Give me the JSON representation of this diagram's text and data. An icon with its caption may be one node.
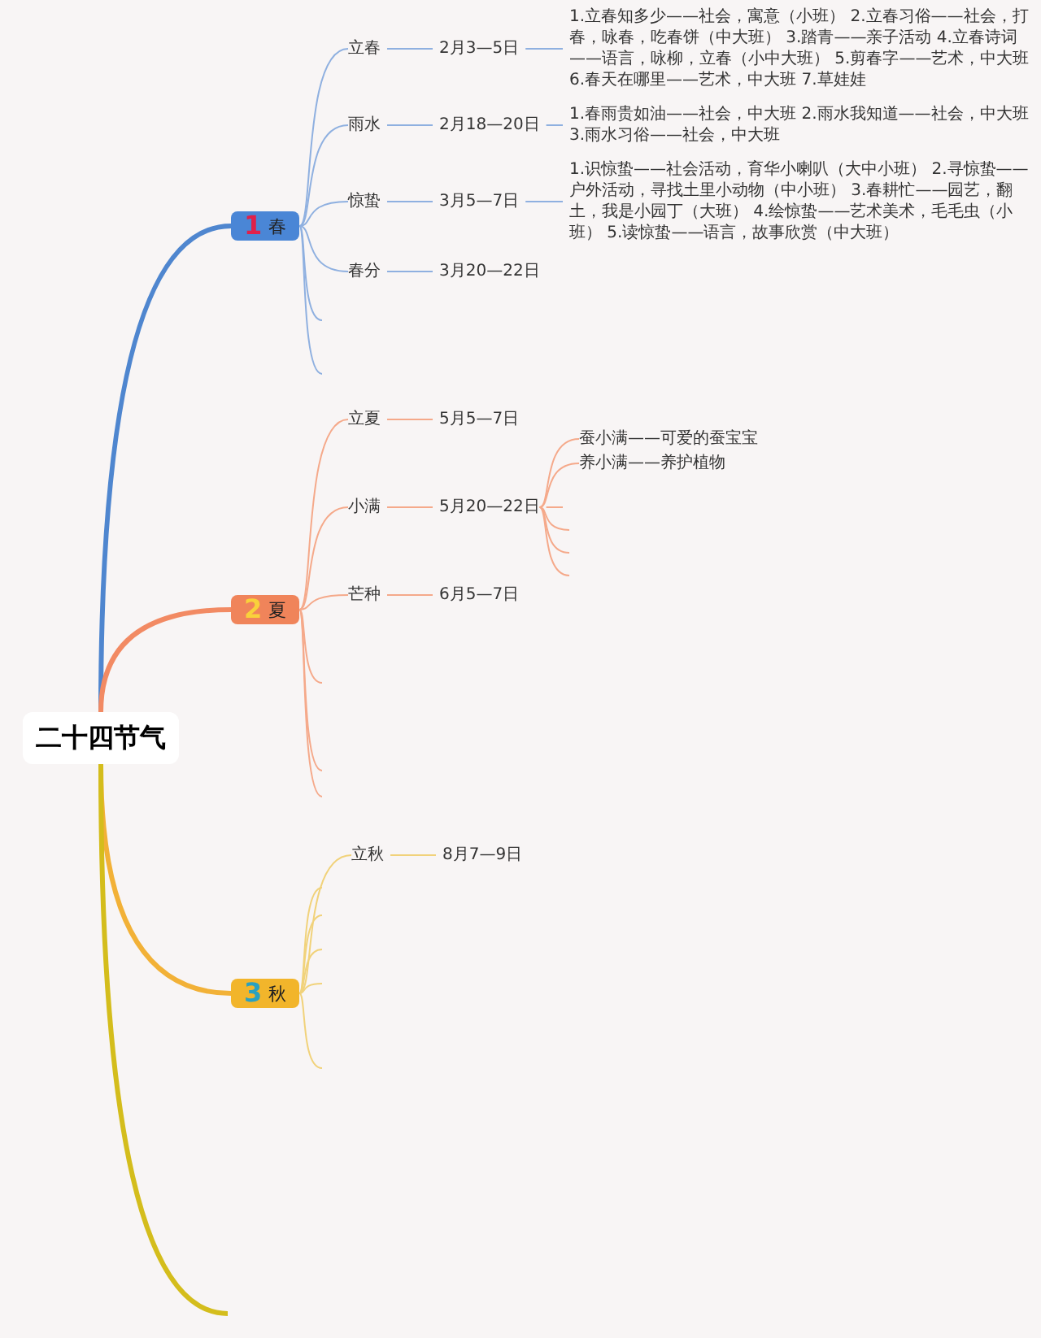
{
  "diagram": {
    "nodes": [
      {
        "text": [
          "二十四节气"
        ]
      },
      {
        "text": [
          "1",
          "春"
        ]
      },
      {
        "text": [
          "立春"
        ]
      },
      {
        "text": [
          "2月3—5日"
        ]
      },
      {
        "text": [
          "1.立春知多少——社会，寓意（小班） 2.立春习俗——社会，打春，咏春，吃春饼（中大班） 3.踏青——亲子活动 4.立春诗词——语言，咏柳，立春（小中大班） 5.剪春字——艺术，中大班 6.春天在哪里——艺术，中大班 7.草娃娃"
        ]
      },
      {
        "text": [
          "雨水"
        ]
      },
      {
        "text": [
          "2月18—20日"
        ]
      },
      {
        "text": [
          "1.春雨贵如油——社会，中大班 2.雨水我知道——社会，中大班 3.雨水习俗——社会，中大班"
        ]
      },
      {
        "text": [
          "惊蛰"
        ]
      },
      {
        "text": [
          "3月5—7日"
        ]
      },
      {
        "text": [
          "1.识惊蛰——社会活动，育华小喇叭（大中小班） 2.寻惊蛰——户外活动，寻找土里小动物（中小班） 3.春耕忙——园艺，翻土，我是小园丁（大班） 4.绘惊蛰——艺术美术，毛毛虫（小班） 5.读惊蛰——语言，故事欣赏（中大班）"
        ]
      },
      {
        "text": [
          "春分"
        ]
      },
      {
        "text": [
          "3月20—22日"
        ]
      },
      {
        "text": [
          "2",
          "夏"
        ]
      },
      {
        "text": [
          "立夏"
        ]
      },
      {
        "text": [
          "5月5—7日"
        ]
      },
      {
        "text": [
          "小满"
        ]
      },
      {
        "text": [
          "5月20—22日"
        ]
      },
      {
        "text": [
          "蚕小满——可爱的蚕宝宝"
        ]
      },
      {
        "text": [
          "养小满——养护植物"
        ]
      },
      {
        "text": [
          "芒种"
        ]
      },
      {
        "text": [
          "6月5—7日"
        ]
      },
      {
        "text": [
          "3",
          "秋"
        ]
      },
      {
        "text": [
          "立秋"
        ]
      },
      {
        "text": [
          "8月7—9日"
        ]
      }
    ],
    "edges": [
      {
        "from": 0,
        "to": 1,
        "arrow": "none",
        "style": "thick",
        "color": "#4f86cf"
      },
      {
        "from": 0,
        "to": 13,
        "arrow": "none",
        "style": "thick",
        "color": "#f28a63"
      },
      {
        "from": 0,
        "to": 22,
        "arrow": "none",
        "style": "thick",
        "color": "#f2b137"
      },
      {
        "from": 0,
        "to": null,
        "arrow": "none",
        "style": "thick",
        "color": "#d4bd1c"
      },
      {
        "from": 1,
        "to": 2,
        "arrow": "none",
        "color": "#8fb0e0"
      },
      {
        "from": 1,
        "to": 5,
        "arrow": "none",
        "color": "#8fb0e0"
      },
      {
        "from": 1,
        "to": 8,
        "arrow": "none",
        "color": "#8fb0e0"
      },
      {
        "from": 1,
        "to": 11,
        "arrow": "none",
        "color": "#8fb0e0"
      },
      {
        "from": 1,
        "to": null,
        "arrow": "none",
        "color": "#8fb0e0"
      },
      {
        "from": 1,
        "to": null,
        "arrow": "none",
        "color": "#8fb0e0"
      },
      {
        "from": 2,
        "to": 3,
        "arrow": "none",
        "color": "#8fb0e0"
      },
      {
        "from": 3,
        "to": 4,
        "arrow": "none",
        "color": "#8fb0e0"
      },
      {
        "from": 5,
        "to": 6,
        "arrow": "none",
        "color": "#8fb0e0"
      },
      {
        "from": 6,
        "to": 7,
        "arrow": "none",
        "color": "#8fb0e0"
      },
      {
        "from": 8,
        "to": 9,
        "arrow": "none",
        "color": "#8fb0e0"
      },
      {
        "from": 9,
        "to": 10,
        "arrow": "none",
        "color": "#8fb0e0"
      },
      {
        "from": 11,
        "to": 12,
        "arrow": "none",
        "color": "#8fb0e0"
      },
      {
        "from": 13,
        "to": 14,
        "arrow": "none",
        "color": "#f5a98a"
      },
      {
        "from": 13,
        "to": 16,
        "arrow": "none",
        "color": "#f5a98a"
      },
      {
        "from": 13,
        "to": 20,
        "arrow": "none",
        "color": "#f5a98a"
      },
      {
        "from": 13,
        "to": null,
        "arrow": "none",
        "color": "#f5a98a"
      },
      {
        "from": 13,
        "to": null,
        "arrow": "none",
        "color": "#f5a98a"
      },
      {
        "from": 13,
        "to": null,
        "arrow": "none",
        "color": "#f5a98a"
      },
      {
        "from": 14,
        "to": 15,
        "arrow": "none",
        "color": "#f5a98a"
      },
      {
        "from": 16,
        "to": 17,
        "arrow": "none",
        "color": "#f5a98a"
      },
      {
        "from": 17,
        "to": 18,
        "arrow": "none",
        "color": "#f5a98a"
      },
      {
        "from": 17,
        "to": 19,
        "arrow": "none",
        "color": "#f5a98a"
      },
      {
        "from": 17,
        "to": null,
        "arrow": "none",
        "color": "#f5a98a"
      },
      {
        "from": 17,
        "to": null,
        "arrow": "none",
        "color": "#f5a98a"
      },
      {
        "from": 17,
        "to": null,
        "arrow": "none",
        "color": "#f5a98a"
      },
      {
        "from": 17,
        "to": null,
        "arrow": "none",
        "color": "#f5a98a"
      },
      {
        "from": 20,
        "to": 21,
        "arrow": "none",
        "color": "#f5a98a"
      },
      {
        "from": 22,
        "to": 23,
        "arrow": "none",
        "color": "#f1d27a"
      },
      {
        "from": 22,
        "to": null,
        "arrow": "none",
        "color": "#f1d27a"
      },
      {
        "from": 22,
        "to": null,
        "arrow": "none",
        "color": "#f1d27a"
      },
      {
        "from": 22,
        "to": null,
        "arrow": "none",
        "color": "#f1d27a"
      },
      {
        "from": 22,
        "to": null,
        "arrow": "none",
        "color": "#f1d27a"
      },
      {
        "from": 22,
        "to": null,
        "arrow": "none",
        "color": "#f1d27a"
      },
      {
        "from": 23,
        "to": 24,
        "arrow": "none",
        "color": "#f1d27a"
      }
    ]
  }
}
